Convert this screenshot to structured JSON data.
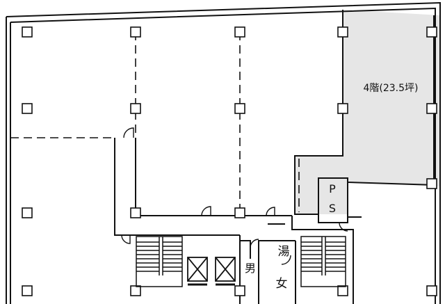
{
  "floor_plan": {
    "unit_label": "4階(23.5坪)",
    "highlight_fill": "#e6e6e6",
    "wall_color": "#111111",
    "ps_letters": [
      "P",
      "S"
    ],
    "restroom_men": "男",
    "restroom_women": "女",
    "kitchenette": "湯"
  }
}
